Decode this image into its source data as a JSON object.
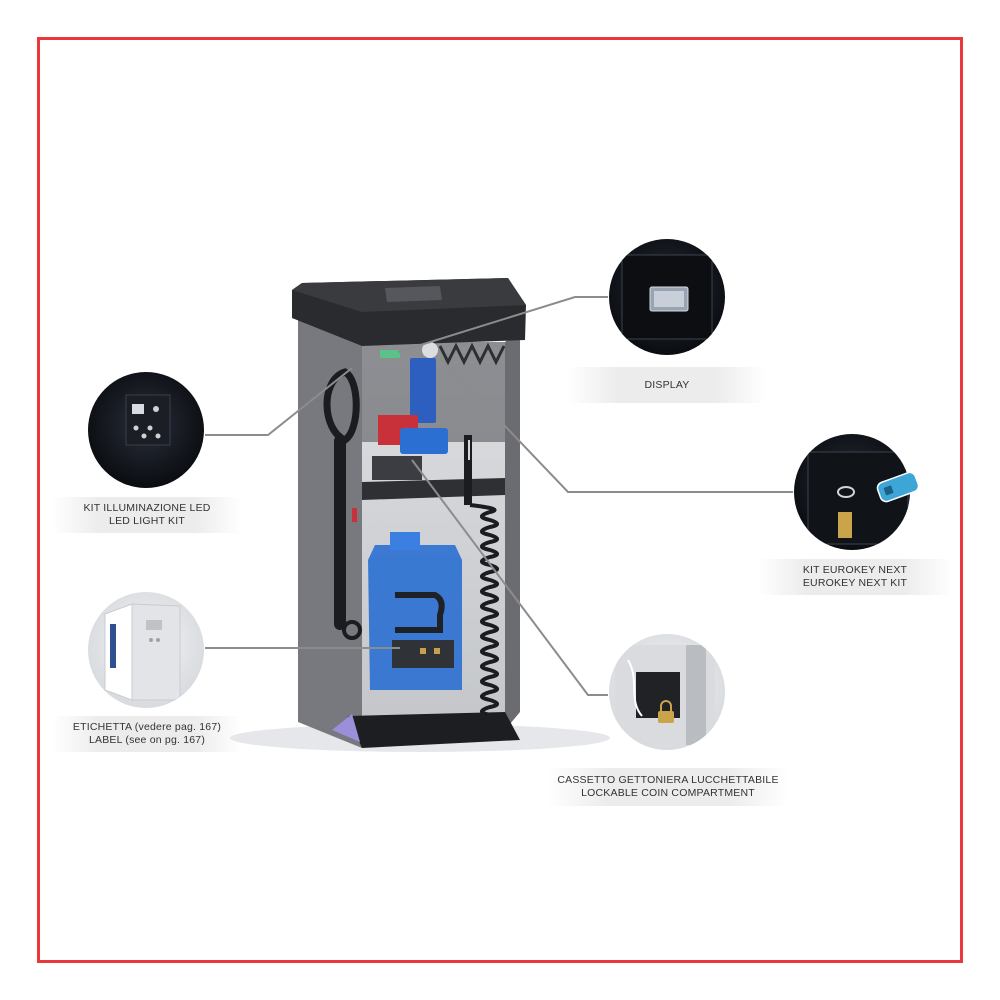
{
  "colors": {
    "frame": "#e8383a",
    "leader_line": "#8c8c8c",
    "label_text": "#333333",
    "cabinet_roof": "#2b2b2b",
    "cabinet_body": "#8f9196",
    "interior_blue": "#2a6fd1",
    "interior_red": "#c8303a"
  },
  "callouts": {
    "led": {
      "line1": "KIT ILLUMINAZIONE LED",
      "line2": "LED LIGHT KIT",
      "icon": "led-panel-icon"
    },
    "label": {
      "line1": "ETICHETTA (vedere pag. 167)",
      "line2": "LABEL (see on pg. 167)",
      "icon": "label-sticker-icon"
    },
    "display": {
      "line1": "DISPLAY",
      "icon": "display-screen-icon"
    },
    "eurokey": {
      "line1": "KIT EUROKEY NEXT",
      "line2": "EUROKEY NEXT KIT",
      "icon": "key-fob-icon"
    },
    "coin": {
      "line1": "CASSETTO GETTONIERA LUCCHETTABILE",
      "line2": "LOCKABLE COIN COMPARTMENT",
      "icon": "padlock-icon"
    }
  }
}
